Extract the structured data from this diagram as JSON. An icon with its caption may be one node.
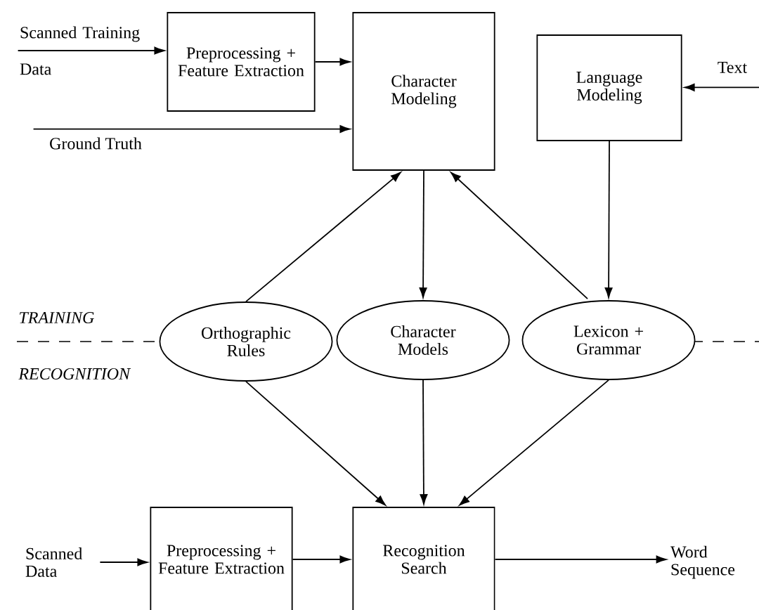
{
  "diagram": {
    "nodes": [
      {
        "text": [
          "Scanned Training Data"
        ]
      },
      {
        "text": [
          "Preprocessing + Feature Extraction"
        ]
      },
      {
        "text": [
          "Character Modeling"
        ]
      },
      {
        "text": [
          "Language Modeling"
        ]
      },
      {
        "text": [
          "Text"
        ]
      },
      {
        "text": [
          "Ground Truth"
        ]
      },
      {
        "text": [
          "Orthographic Rules"
        ]
      },
      {
        "text": [
          "Character Models"
        ]
      },
      {
        "text": [
          "Lexicon + Grammar"
        ]
      },
      {
        "text": [
          "Scanned Data"
        ]
      },
      {
        "text": [
          "Preprocessing + Feature Extraction"
        ]
      },
      {
        "text": [
          "Recognition Search"
        ]
      },
      {
        "text": [
          "Word Sequence"
        ]
      }
    ],
    "edges": [
      {
        "from": 0,
        "to": 1,
        "arrow": "to"
      },
      {
        "from": 1,
        "to": 2,
        "arrow": "to"
      },
      {
        "from": 5,
        "to": 2,
        "arrow": "to"
      },
      {
        "from": 4,
        "to": 3,
        "arrow": "to"
      },
      {
        "from": 6,
        "to": 2,
        "arrow": "to"
      },
      {
        "from": 2,
        "to": 7,
        "arrow": "to"
      },
      {
        "from": 8,
        "to": 2,
        "arrow": "to"
      },
      {
        "from": 3,
        "to": 8,
        "arrow": "to"
      },
      {
        "from": 6,
        "to": 11,
        "arrow": "to"
      },
      {
        "from": 7,
        "to": 11,
        "arrow": "to"
      },
      {
        "from": 8,
        "to": 11,
        "arrow": "to"
      },
      {
        "from": 9,
        "to": 10,
        "arrow": "to"
      },
      {
        "from": 10,
        "to": 11,
        "arrow": "to"
      },
      {
        "from": 11,
        "to": 12,
        "arrow": "to"
      }
    ],
    "labels": [
      "TRAINING",
      "RECOGNITION"
    ]
  }
}
